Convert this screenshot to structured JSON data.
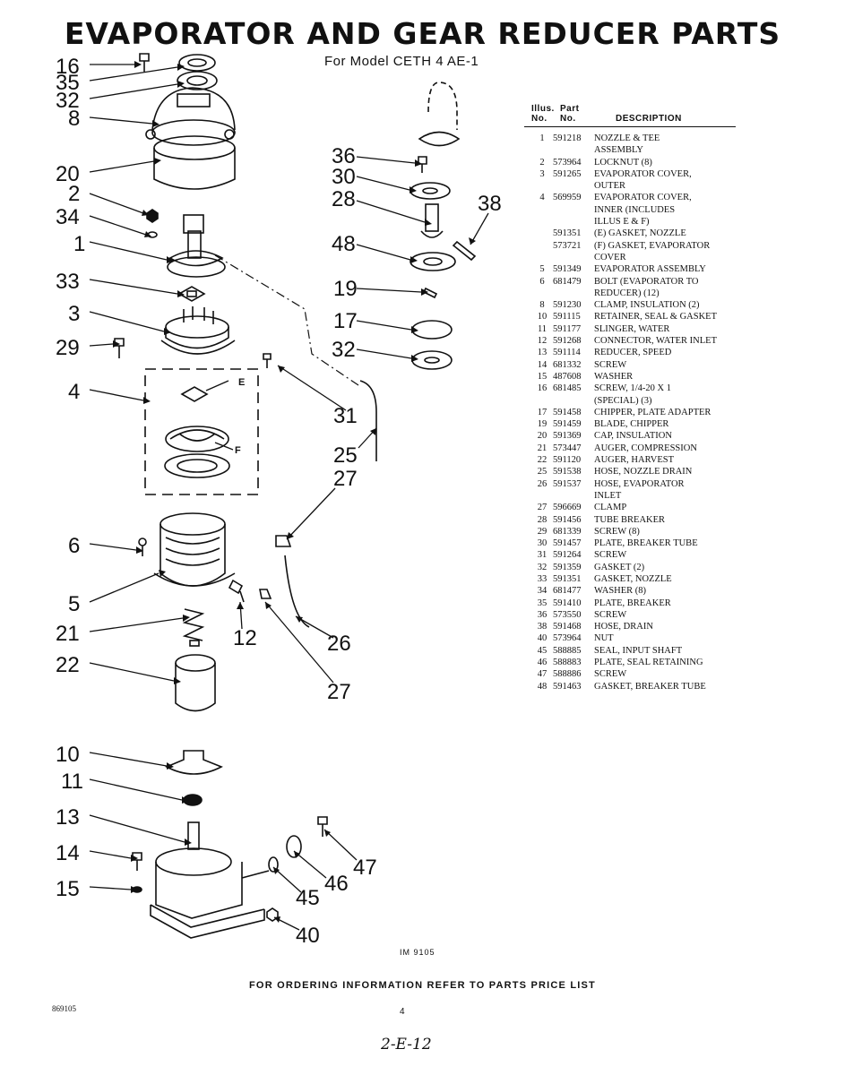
{
  "title": "EVAPORATOR AND GEAR REDUCER PARTS",
  "subtitle": "For Model CETH 4 AE-1",
  "table": {
    "headers": {
      "illus_top": "Illus.",
      "illus_bottom": "No.",
      "part_top": "Part",
      "part_bottom": "No.",
      "desc": "DESCRIPTION"
    },
    "rows": [
      {
        "no": "1",
        "part": "591218",
        "desc": "NOZZLE & TEE"
      },
      {
        "no": "",
        "part": "",
        "desc": "ASSEMBLY"
      },
      {
        "no": "2",
        "part": "573964",
        "desc": "LOCKNUT (8)"
      },
      {
        "no": "3",
        "part": "591265",
        "desc": "EVAPORATOR COVER,"
      },
      {
        "no": "",
        "part": "",
        "desc": "OUTER"
      },
      {
        "no": "4",
        "part": "569959",
        "desc": "EVAPORATOR COVER,"
      },
      {
        "no": "",
        "part": "",
        "desc": "INNER (INCLUDES"
      },
      {
        "no": "",
        "part": "",
        "desc": "ILLUS E & F)"
      },
      {
        "no": "",
        "part": "591351",
        "desc": "(E) GASKET, NOZZLE"
      },
      {
        "no": "",
        "part": "573721",
        "desc": "(F) GASKET, EVAPORATOR"
      },
      {
        "no": "",
        "part": "",
        "desc": "COVER"
      },
      {
        "no": "5",
        "part": "591349",
        "desc": "EVAPORATOR ASSEMBLY"
      },
      {
        "no": "6",
        "part": "681479",
        "desc": "BOLT (EVAPORATOR TO"
      },
      {
        "no": "",
        "part": "",
        "desc": "REDUCER) (12)"
      },
      {
        "no": "8",
        "part": "591230",
        "desc": "CLAMP, INSULATION (2)"
      },
      {
        "no": "10",
        "part": "591115",
        "desc": "RETAINER, SEAL & GASKET"
      },
      {
        "no": "11",
        "part": "591177",
        "desc": "SLINGER, WATER"
      },
      {
        "no": "12",
        "part": "591268",
        "desc": "CONNECTOR, WATER INLET"
      },
      {
        "no": "13",
        "part": "591114",
        "desc": "REDUCER, SPEED"
      },
      {
        "no": "14",
        "part": "681332",
        "desc": "SCREW"
      },
      {
        "no": "15",
        "part": "487608",
        "desc": "WASHER"
      },
      {
        "no": "16",
        "part": "681485",
        "desc": "SCREW, 1/4-20 x 1"
      },
      {
        "no": "",
        "part": "",
        "desc": "(SPECIAL) (3)"
      },
      {
        "no": "17",
        "part": "591458",
        "desc": "CHIPPER, PLATE ADAPTER"
      },
      {
        "no": "19",
        "part": "591459",
        "desc": "BLADE, CHIPPER"
      },
      {
        "no": "20",
        "part": "591369",
        "desc": "CAP, INSULATION"
      },
      {
        "no": "21",
        "part": "573447",
        "desc": "AUGER, COMPRESSION"
      },
      {
        "no": "22",
        "part": "591120",
        "desc": "AUGER, HARVEST"
      },
      {
        "no": "25",
        "part": "591538",
        "desc": "HOSE, NOZZLE DRAIN"
      },
      {
        "no": "26",
        "part": "591537",
        "desc": "HOSE, EVAPORATOR"
      },
      {
        "no": "",
        "part": "",
        "desc": "INLET"
      },
      {
        "no": "27",
        "part": "596669",
        "desc": "CLAMP"
      },
      {
        "no": "28",
        "part": "591456",
        "desc": "TUBE BREAKER"
      },
      {
        "no": "29",
        "part": "681339",
        "desc": "SCREW (8)"
      },
      {
        "no": "30",
        "part": "591457",
        "desc": "PLATE, BREAKER TUBE"
      },
      {
        "no": "31",
        "part": "591264",
        "desc": "SCREW"
      },
      {
        "no": "32",
        "part": "591359",
        "desc": "GASKET (2)"
      },
      {
        "no": "33",
        "part": "591351",
        "desc": "GASKET, NOZZLE"
      },
      {
        "no": "34",
        "part": "681477",
        "desc": "WASHER (8)"
      },
      {
        "no": "35",
        "part": "591410",
        "desc": "PLATE, BREAKER"
      },
      {
        "no": "36",
        "part": "573550",
        "desc": "SCREW"
      },
      {
        "no": "38",
        "part": "591468",
        "desc": "HOSE, DRAIN"
      },
      {
        "no": "40",
        "part": "573964",
        "desc": "NUT"
      },
      {
        "no": "45",
        "part": "588885",
        "desc": "SEAL, INPUT SHAFT"
      },
      {
        "no": "46",
        "part": "588883",
        "desc": "PLATE, SEAL RETAINING"
      },
      {
        "no": "47",
        "part": "588886",
        "desc": "SCREW"
      },
      {
        "no": "48",
        "part": "591463",
        "desc": "GASKET, BREAKER TUBE"
      }
    ]
  },
  "callouts": [
    "16",
    "35",
    "32",
    "8",
    "20",
    "2",
    "34",
    "1",
    "33",
    "3",
    "29",
    "4",
    "6",
    "5",
    "21",
    "22",
    "10",
    "11",
    "13",
    "14",
    "15",
    "36",
    "30",
    "28",
    "38",
    "48",
    "19",
    "17",
    "32",
    "31",
    "25",
    "27",
    "12",
    "26",
    "27",
    "47",
    "46",
    "45",
    "40"
  ],
  "callout_letters": [
    "E",
    "F"
  ],
  "image_number": "IM 9105",
  "footer": "FOR ORDERING INFORMATION REFER TO PARTS PRICE LIST",
  "document_number": "869105",
  "page_number": "4",
  "handwritten_note": "2-E-12"
}
